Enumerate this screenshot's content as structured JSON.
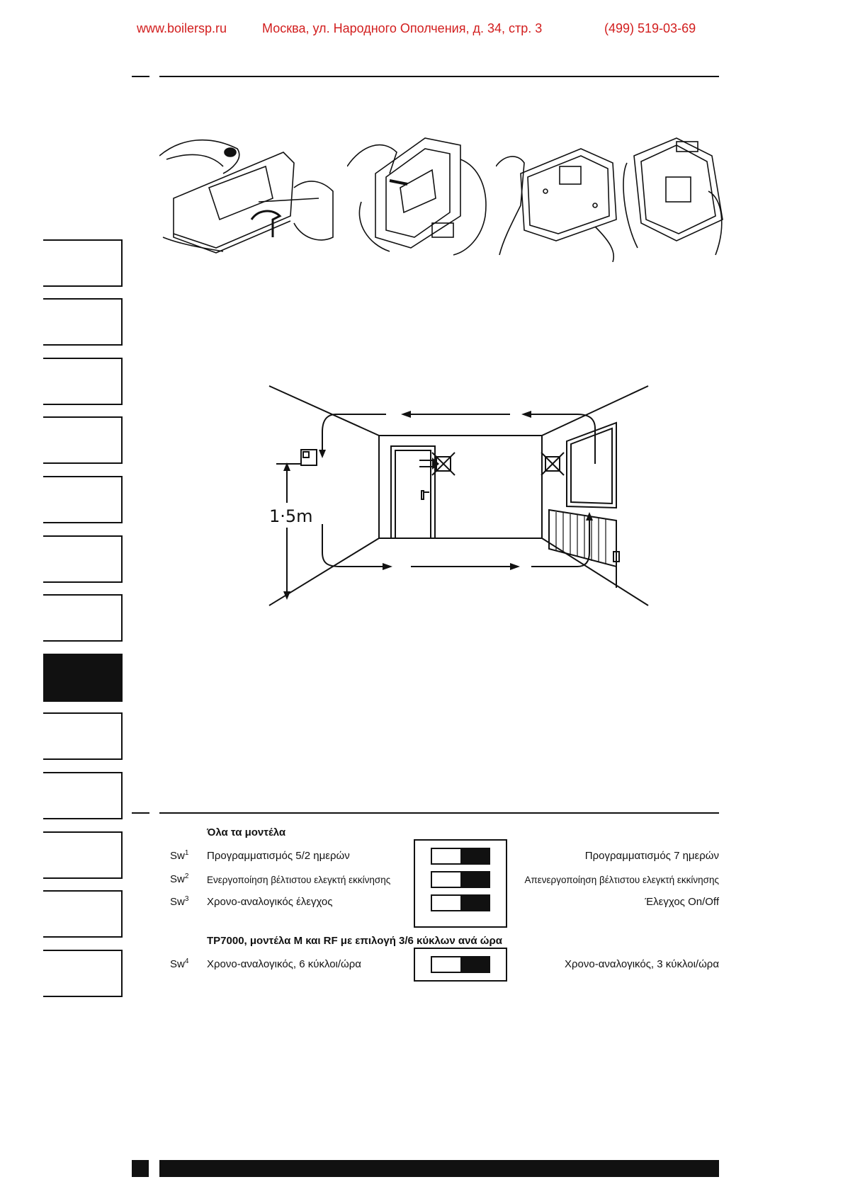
{
  "header": {
    "website": "www.boilersp.ru",
    "address": "Москва, ул. Народного Ополчения, д. 34, стр. 3",
    "phone": "(499) 519-03-69",
    "color": "#d21e1e"
  },
  "side_tabs": {
    "count": 13,
    "active_index": 7
  },
  "room_diagram": {
    "height_label": "1·5m"
  },
  "switches": {
    "group1_title": "Όλα τα μοντέλα",
    "rows": [
      {
        "sw": "Sw",
        "num": "1",
        "left": "Προγραμματισμός 5/2 ημερών",
        "right": "Προγραμματισμός 7 ημερών"
      },
      {
        "sw": "Sw",
        "num": "2",
        "left": "Ενεργοποίηση βέλτιστου ελεγκτή εκκίνησης",
        "right": "Απενεργοποίηση βέλτιστου ελεγκτή εκκίνησης"
      },
      {
        "sw": "Sw",
        "num": "3",
        "left": "Χρονο-αναλογικός έλεγχος",
        "right": "Έλεγχος On/Off"
      }
    ],
    "group2_title": "TP7000, μοντέλα M και RF με επιλογή 3/6 κύκλων ανά ώρα",
    "row4": {
      "sw": "Sw",
      "num": "4",
      "left": "Χρονο-αναλογικός, 6 κύκλοι/ώρα",
      "right": "Χρονο-αναλογικός, 3 κύκλοι/ώρα"
    }
  }
}
